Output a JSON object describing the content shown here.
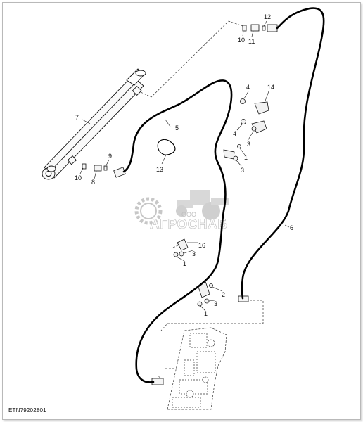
{
  "figure_id": "ETN79202801",
  "watermark": {
    "prefix": "ООО",
    "name": "АГРОСНАБ"
  },
  "callouts": {
    "c1a": "1",
    "c1b": "1",
    "c1c": "1",
    "c2": "2",
    "c3a": "3",
    "c3b": "3",
    "c3c": "3",
    "c3d": "3",
    "c4a": "4",
    "c4b": "4",
    "c5": "5",
    "c6": "6",
    "c7": "7",
    "c8": "8",
    "c9": "9",
    "c10a": "10",
    "c10b": "10",
    "c11": "11",
    "c12": "12",
    "c13": "13",
    "c14": "14",
    "c16": "16"
  },
  "colors": {
    "line": "#111111",
    "hose": "#000000",
    "watermark": "#b4b4b4",
    "part_fill": "#f2f2f2"
  }
}
